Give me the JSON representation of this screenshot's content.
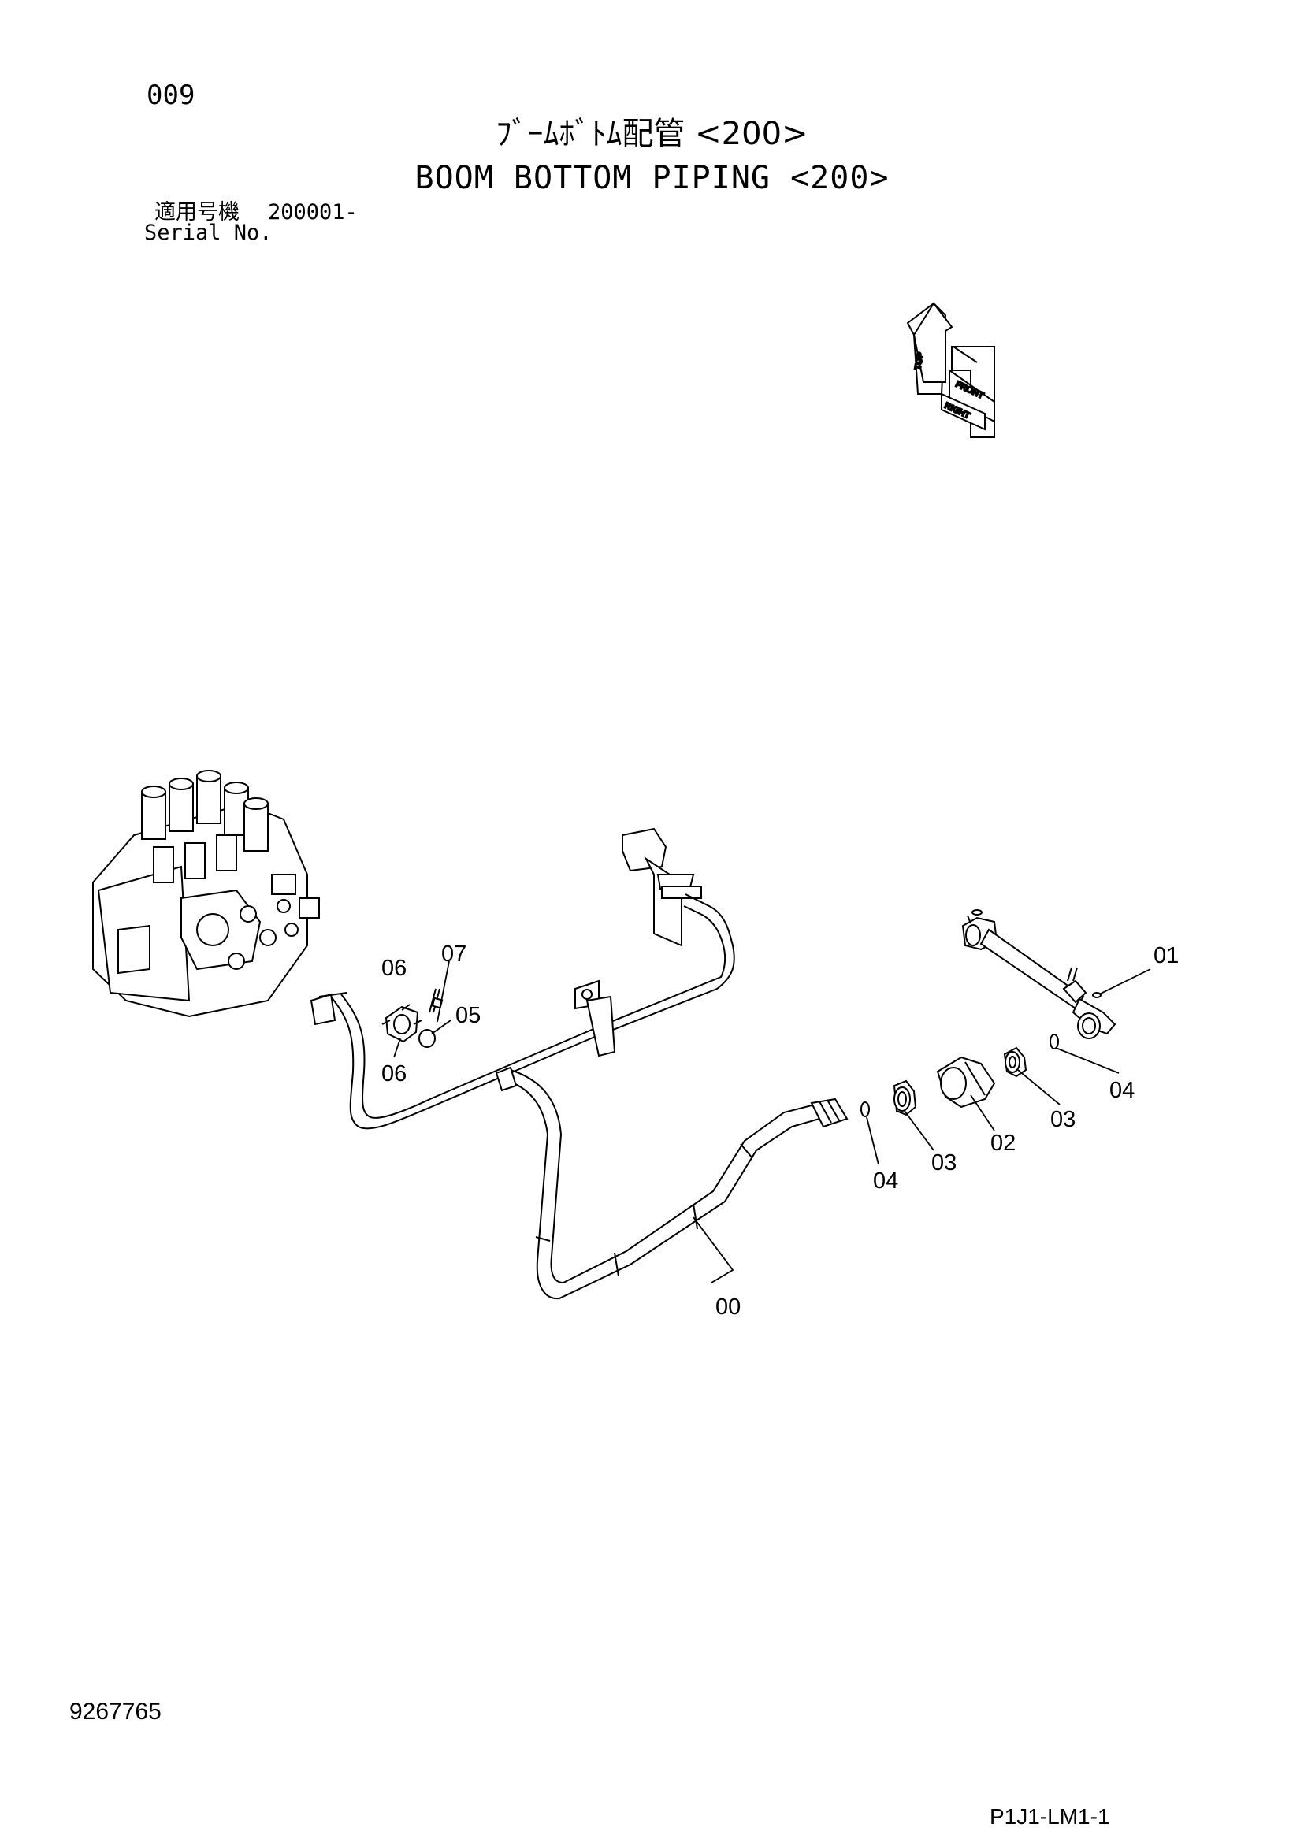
{
  "header": {
    "page_number": "009",
    "title_jp": "ﾌﾞｰﾑﾎﾞﾄﾑ配管 <200>",
    "title_en": "BOOM BOTTOM PIPING <200>",
    "serial_label_jp": "適用号機",
    "serial_value": "200001-",
    "serial_label_en": "Serial No."
  },
  "compass": {
    "top": "TOP",
    "front": "FRONT",
    "right": "RIGHT"
  },
  "callouts": {
    "p00": "00",
    "p01": "01",
    "p02": "02",
    "p03a": "03",
    "p03b": "03",
    "p04a": "04",
    "p04b": "04",
    "p05": "05",
    "p06a": "06",
    "p06b": "06",
    "p07": "07"
  },
  "footer": {
    "document_number": "9267765",
    "page_code": "P1J1-LM1-1"
  }
}
